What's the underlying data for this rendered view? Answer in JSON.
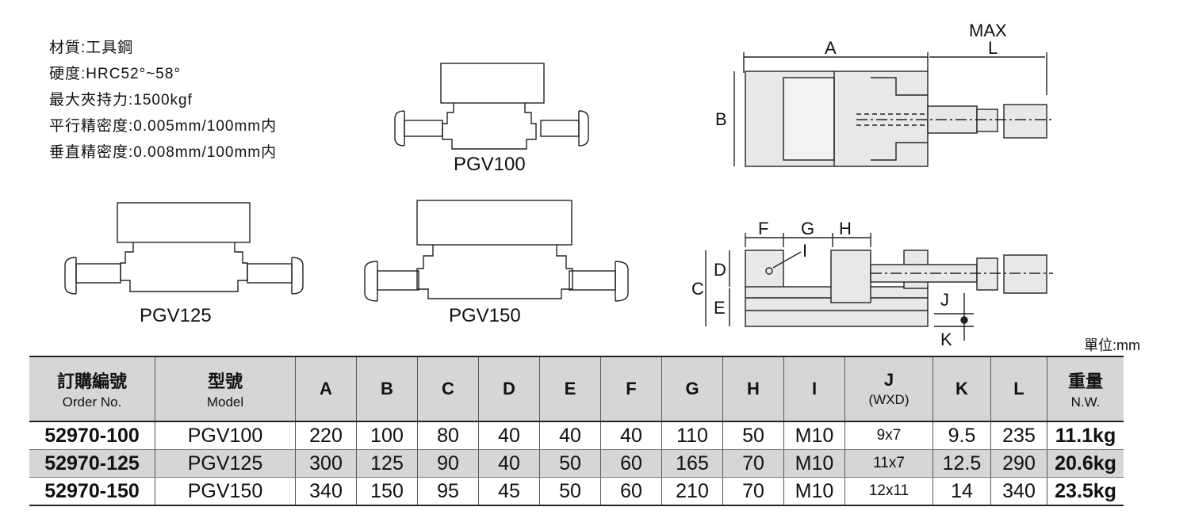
{
  "specs": [
    "材質:工具鋼",
    "硬度:HRC52°~58°",
    "最大夾持力:1500kgf",
    "平行精密度:0.005mm/100mm内",
    "垂直精密度:0.008mm/100mm内"
  ],
  "captions": {
    "pgv100": "PGV100",
    "pgv125": "PGV125",
    "pgv150": "PGV150"
  },
  "dims": {
    "max": "MAX",
    "a": "A",
    "l": "L",
    "b": "B",
    "f": "F",
    "g": "G",
    "h": "H",
    "i": "I",
    "c": "C",
    "d": "D",
    "e": "E",
    "j": "J",
    "k": "K"
  },
  "unit": "單位:mm",
  "table": {
    "headers": [
      {
        "main": "訂購編號",
        "sub": "Order No."
      },
      {
        "main": "型號",
        "sub": "Model"
      },
      {
        "main": "A"
      },
      {
        "main": "B"
      },
      {
        "main": "C"
      },
      {
        "main": "D"
      },
      {
        "main": "E"
      },
      {
        "main": "F"
      },
      {
        "main": "G"
      },
      {
        "main": "H"
      },
      {
        "main": "I"
      },
      {
        "main": "J",
        "sub": "(WXD)"
      },
      {
        "main": "K"
      },
      {
        "main": "L"
      },
      {
        "main": "重量",
        "sub": "N.W."
      }
    ],
    "rows": [
      [
        "52970-100",
        "PGV100",
        "220",
        "100",
        "80",
        "40",
        "40",
        "40",
        "110",
        "50",
        "M10",
        "9x7",
        "9.5",
        "235",
        "11.1kg"
      ],
      [
        "52970-125",
        "PGV125",
        "300",
        "125",
        "90",
        "40",
        "50",
        "60",
        "165",
        "70",
        "M10",
        "11x7",
        "12.5",
        "290",
        "20.6kg"
      ],
      [
        "52970-150",
        "PGV150",
        "340",
        "150",
        "95",
        "45",
        "50",
        "60",
        "210",
        "70",
        "M10",
        "12x11",
        "14",
        "340",
        "23.5kg"
      ]
    ]
  }
}
